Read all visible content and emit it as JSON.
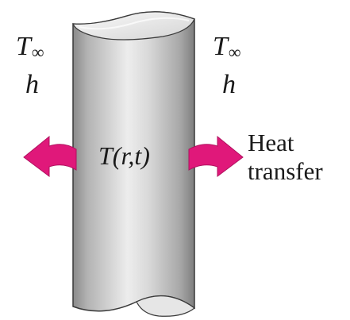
{
  "left_ambient": {
    "temperature_symbol": "T",
    "temperature_subscript": "∞",
    "coefficient_symbol": "h"
  },
  "right_ambient": {
    "temperature_symbol": "T",
    "temperature_subscript": "∞",
    "coefficient_symbol": "h"
  },
  "cylinder": {
    "temperature_label": "T(r,t)"
  },
  "heat_transfer": {
    "line1": "Heat",
    "line2": "transfer"
  },
  "colors": {
    "arrow": "#e0187a",
    "cylinder_light": "#f2f2f2",
    "cylinder_mid": "#c9c9c9",
    "cylinder_dark": "#8f8f8f",
    "outline": "#3a3a3a"
  },
  "icons": {
    "left_arrow": "heat-flow-left-arrow-icon",
    "right_arrow": "heat-flow-right-arrow-icon"
  }
}
